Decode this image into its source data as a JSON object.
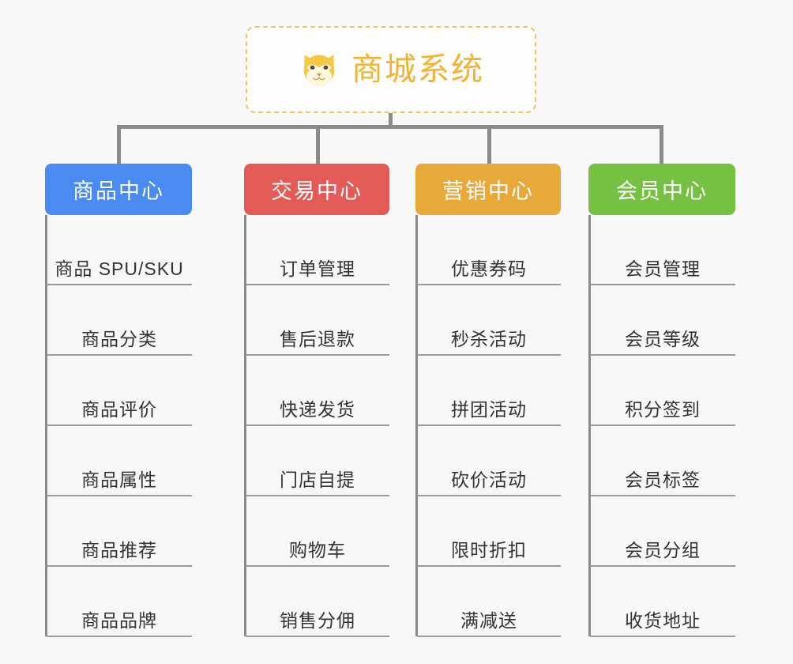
{
  "canvas": {
    "background_color": "#f8f8f8",
    "connector_color": "#8a8a8a"
  },
  "root": {
    "title": "商城系统",
    "icon": "shiba-dog-icon",
    "title_color": "#f2b233",
    "border_color": "#eec469",
    "background_color": "#fdfdfc"
  },
  "columns": [
    {
      "title": "商品中心",
      "color": "#4a8bf0",
      "items": [
        "商品 SPU/SKU",
        "商品分类",
        "商品评价",
        "商品属性",
        "商品推荐",
        "商品品牌"
      ]
    },
    {
      "title": "交易中心",
      "color": "#e35b57",
      "items": [
        "订单管理",
        "售后退款",
        "快递发货",
        "门店自提",
        "购物车",
        "销售分佣"
      ]
    },
    {
      "title": "营销中心",
      "color": "#e9a93a",
      "items": [
        "优惠券码",
        "秒杀活动",
        "拼团活动",
        "砍价活动",
        "限时折扣",
        "满减送"
      ]
    },
    {
      "title": "会员中心",
      "color": "#76c043",
      "items": [
        "会员管理",
        "会员等级",
        "积分签到",
        "会员标签",
        "会员分组",
        "收货地址"
      ]
    }
  ]
}
